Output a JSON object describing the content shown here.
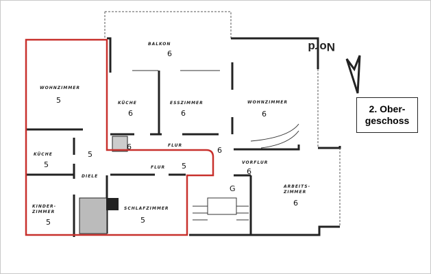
{
  "plan": {
    "rooms": [
      {
        "id": "balkon",
        "label": "BALKON",
        "number": "6"
      },
      {
        "id": "wohnzimmer-5",
        "label": "WOHNZIMMER",
        "number": "5"
      },
      {
        "id": "kueche-6",
        "label": "KÜCHE",
        "number": "6"
      },
      {
        "id": "esszimmer",
        "label": "ESSZIMMER",
        "number": "6"
      },
      {
        "id": "wohnzimmer-6",
        "label": "WOHNZIMMER",
        "number": "6"
      },
      {
        "id": "kueche-5",
        "label": "KÜCHE",
        "number": "5"
      },
      {
        "id": "diele",
        "label": "DIELE",
        "number": "5"
      },
      {
        "id": "flur-6",
        "label": "FLUR",
        "number": "6"
      },
      {
        "id": "flur-5",
        "label": "FLUR",
        "number": "5"
      },
      {
        "id": "bad-6",
        "label": "",
        "number": "6"
      },
      {
        "id": "vorflur",
        "label": "VORFLUR",
        "number": "6"
      },
      {
        "id": "treppenhaus",
        "label": "",
        "number": "G"
      },
      {
        "id": "kinderzimmer",
        "label": "KINDER-",
        "label2": "ZIMMER",
        "number": "5"
      },
      {
        "id": "schlafzimmer",
        "label": "SCHLAFZIMMER",
        "number": "5"
      },
      {
        "id": "arbeitszimmer",
        "label": "ARBEITS-",
        "label2": "ZIMMER",
        "number": "6"
      }
    ],
    "north_label": "Nord",
    "floor_label_line1": "2. Ober-",
    "floor_label_line2": "geschoss",
    "colors": {
      "highlight": "#c8302c",
      "walls": "#222222"
    }
  }
}
